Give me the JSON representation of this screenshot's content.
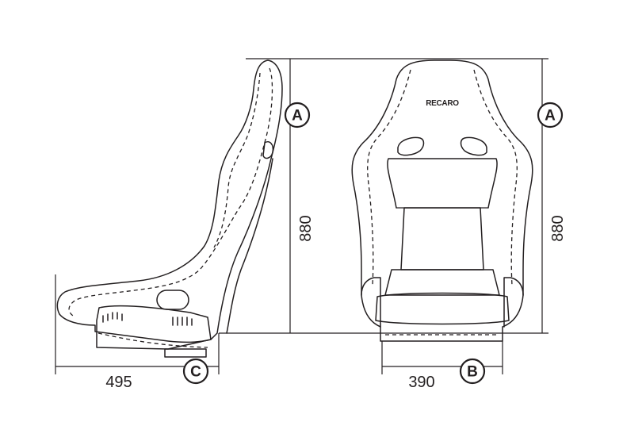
{
  "diagram": {
    "brand_logo": "RECARO",
    "side_view": {
      "height_value": "880",
      "depth_value": "495",
      "height_marker": "A",
      "depth_marker": "C"
    },
    "front_view": {
      "height_value": "880",
      "width_value": "390",
      "height_marker": "A",
      "width_marker": "B"
    }
  }
}
